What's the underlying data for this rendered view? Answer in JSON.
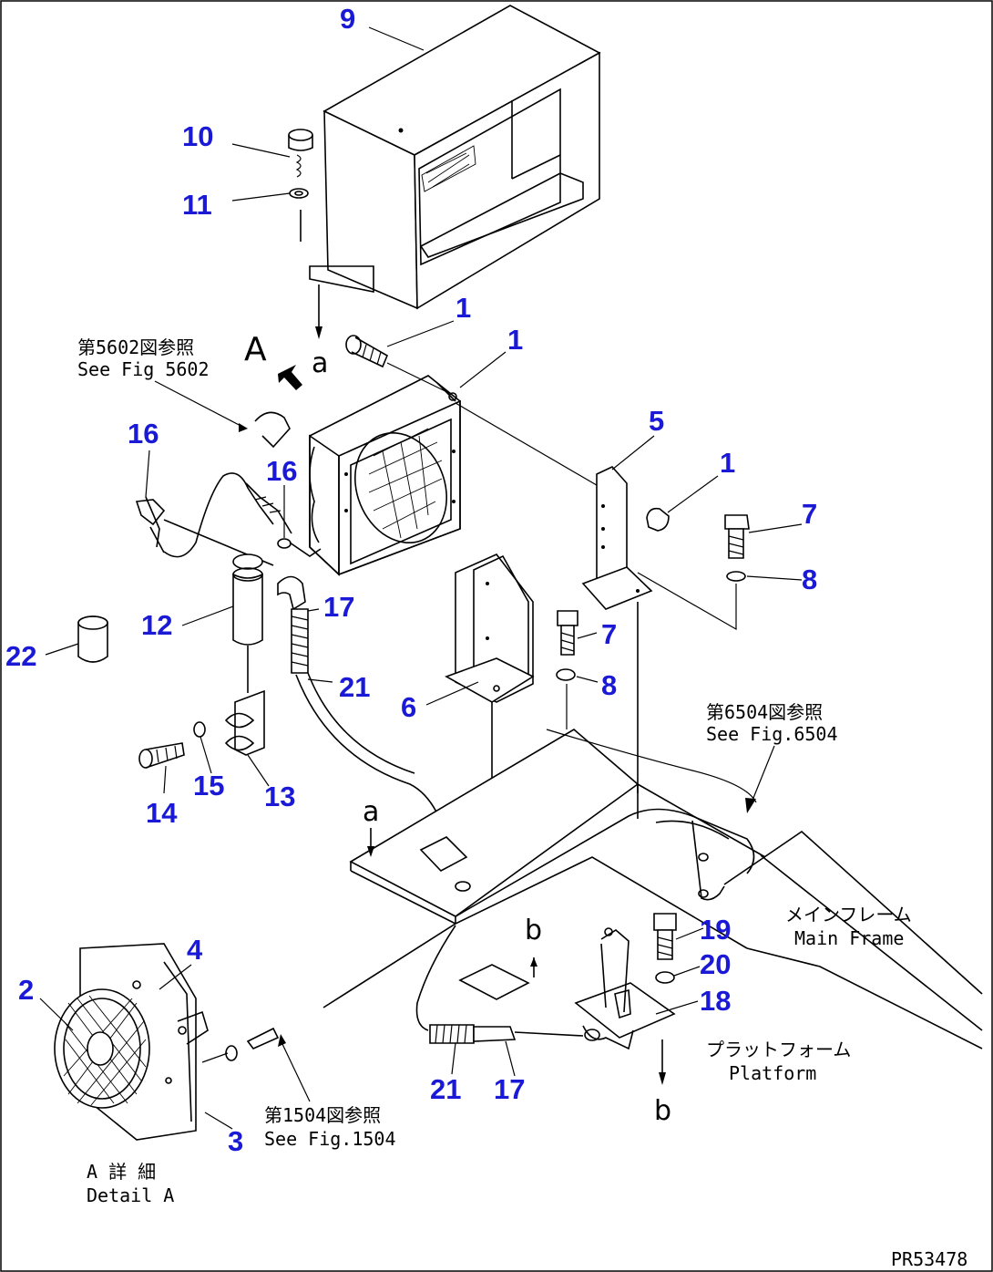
{
  "callouts": {
    "n9": "9",
    "n10": "10",
    "n11": "11",
    "n1a": "1",
    "n1b": "1",
    "n1c": "1",
    "n5": "5",
    "n7a": "7",
    "n7b": "7",
    "n8a": "8",
    "n8b": "8",
    "n16a": "16",
    "n16b": "16",
    "n12": "12",
    "n17a": "17",
    "n17b": "17",
    "n21a": "21",
    "n21b": "21",
    "n22": "22",
    "n6": "6",
    "n14": "14",
    "n15": "15",
    "n13": "13",
    "n19": "19",
    "n20": "20",
    "n18": "18",
    "n2": "2",
    "n4": "4",
    "n3": "3"
  },
  "references": {
    "fig5602_jp": "第5602図参照",
    "fig5602_en": "See Fig 5602",
    "fig6504_jp": "第6504図参照",
    "fig6504_en": "See Fig.6504",
    "fig1504_jp": "第1504図参照",
    "fig1504_en": "See Fig.1504",
    "main_frame_jp": "メインフレーム",
    "main_frame_en": "Main Frame",
    "platform_jp": "プラットフォーム",
    "platform_en": "Platform",
    "detail_jp": "A 詳 細",
    "detail_en": "Detail A"
  },
  "markers": {
    "view_a": "A",
    "a_top": "a",
    "a_base": "a",
    "b_top": "b",
    "b_bottom": "b"
  },
  "drawing_code": "PR53478",
  "colors": {
    "callout": "#1a1ad6",
    "line": "#000000",
    "background": "#ffffff"
  }
}
